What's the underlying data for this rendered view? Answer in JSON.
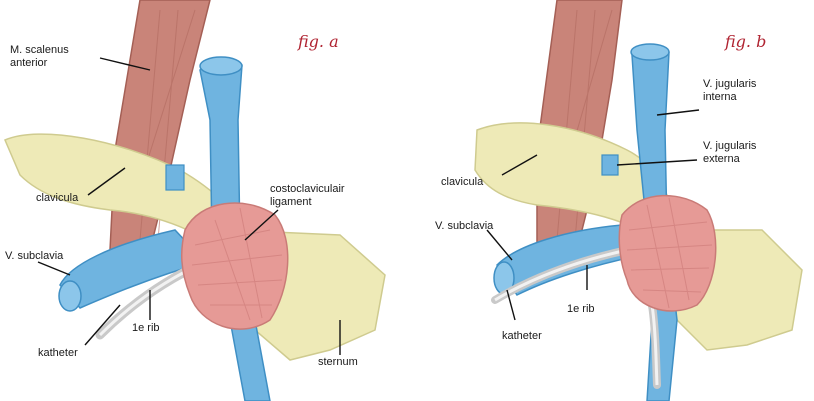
{
  "figure_a": {
    "fig_label": "fig. a",
    "labels": {
      "scalenus": "M. scalenus\nanterior",
      "clavicula": "clavicula",
      "costo": "costoclaviculair\nligament",
      "subclavia": "V. subclavia",
      "rib": "1e rib",
      "katheter": "katheter",
      "sternum": "sternum"
    }
  },
  "figure_b": {
    "fig_label": "fig. b",
    "labels": {
      "jug_interna": "V. jugularis\ninterna",
      "jug_externa": "V. jugularis\nexterna",
      "clavicula": "clavicula",
      "subclavia": "V. subclavia",
      "rib": "1e rib",
      "katheter": "katheter"
    }
  },
  "colors": {
    "vein": "#6fb4e0",
    "vein_dark": "#3f8fc4",
    "muscle": "#c98479",
    "muscle_dark": "#a45f55",
    "bone": "#eeeab7",
    "bone_edge": "#cfcb8f",
    "ligament": "#e69a96",
    "catheter": "#d9d9d9",
    "fig_label": "#b02432"
  }
}
